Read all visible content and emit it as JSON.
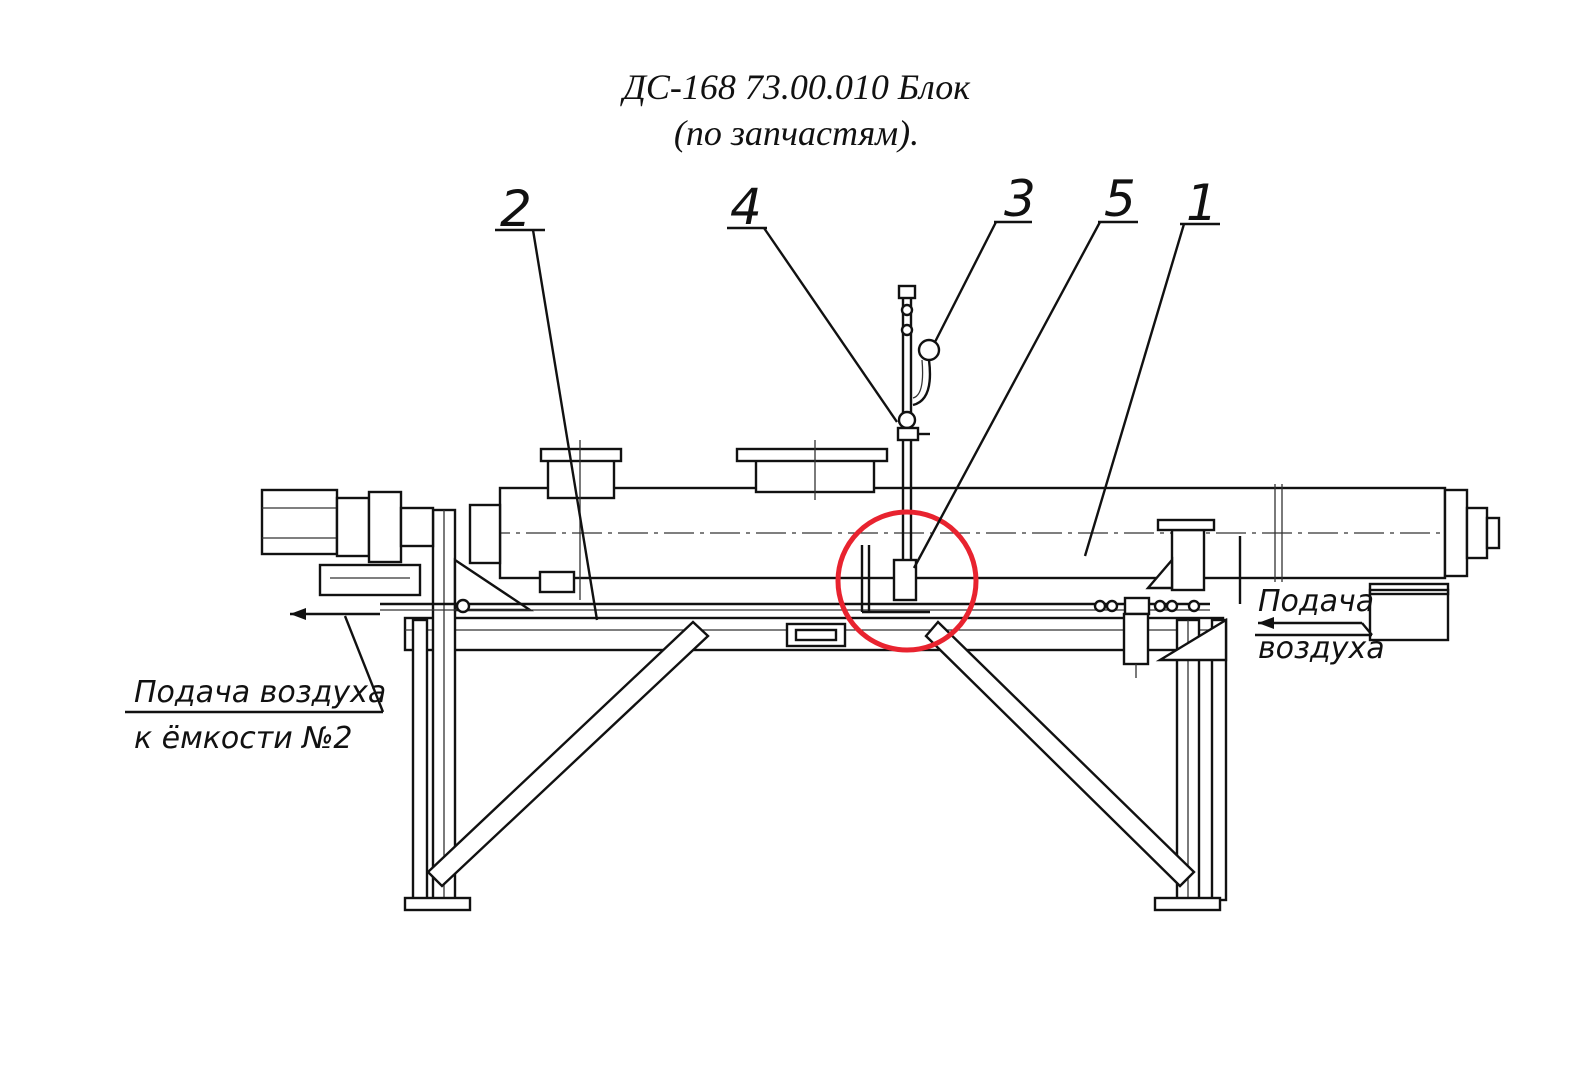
{
  "title": {
    "line1": "ДС-168 73.00.010 Блок",
    "line2": "(по запчастям)."
  },
  "callouts": {
    "c1": "1",
    "c2": "2",
    "c3": "3",
    "c4": "4",
    "c5": "5"
  },
  "notes": {
    "left_line1": "Подача воздуха",
    "left_line2": "к ёмкости №2",
    "right_line1": "Подача",
    "right_line2": "воздуха"
  },
  "colors": {
    "highlight": "#e8232f",
    "ink": "#111111"
  }
}
